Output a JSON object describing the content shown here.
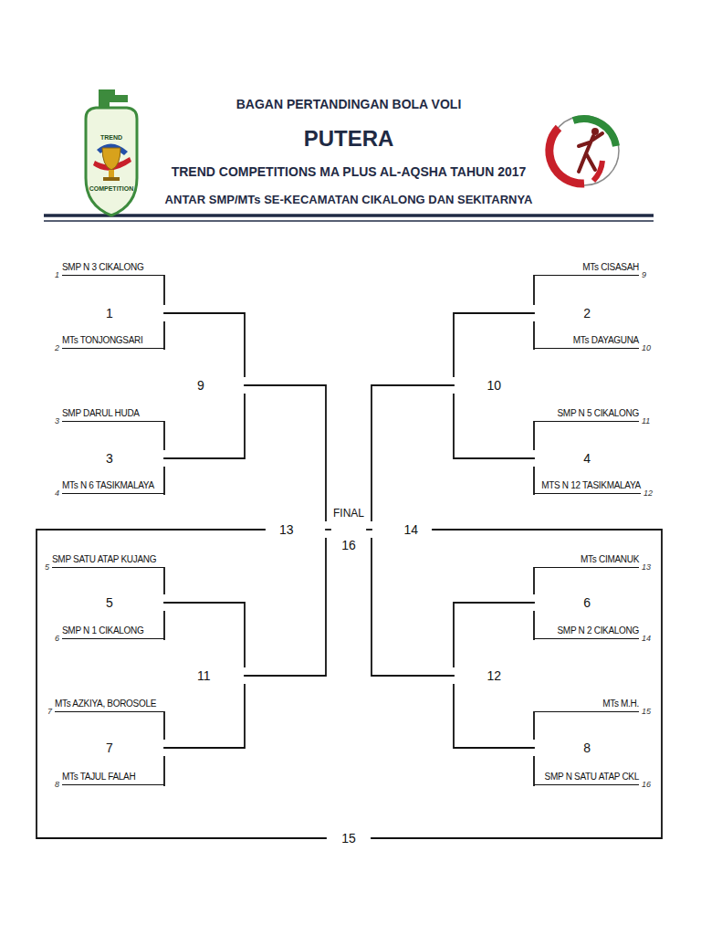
{
  "diagram": {
    "title": "BAGAN PERTANDINGAN BOLA VOLI",
    "nodes": [
      {
        "text": [
          "SMP N 3 CIKALONG"
        ]
      },
      {
        "text": [
          "MTs TONJONGSARI"
        ]
      },
      {
        "text": [
          "SMP DARUL HUDA"
        ]
      },
      {
        "text": [
          "MTs N 6 TASIKMALAYA"
        ]
      },
      {
        "text": [
          "SMP SATU ATAP KUJANG"
        ]
      },
      {
        "text": [
          "SMP N 1 CIKALONG"
        ]
      },
      {
        "text": [
          "MTs AZKIYA, BOROSOLE"
        ]
      },
      {
        "text": [
          "MTs TAJUL FALAH"
        ]
      },
      {
        "text": [
          "MTs CISASAH"
        ]
      },
      {
        "text": [
          "MTs DAYAGUNA"
        ]
      },
      {
        "text": [
          "SMP N 5 CIKALONG"
        ]
      },
      {
        "text": [
          "MTS N 12 TASIKMALAYA"
        ]
      },
      {
        "text": [
          "MTs CIMANUK"
        ]
      },
      {
        "text": [
          "SMP N 2 CIKALONG"
        ]
      },
      {
        "text": [
          "MTs M.H."
        ]
      },
      {
        "text": [
          "SMP N SATU ATAP CKL"
        ]
      },
      {
        "text": [
          "1"
        ]
      },
      {
        "text": [
          "2"
        ]
      },
      {
        "text": [
          "3"
        ]
      },
      {
        "text": [
          "4"
        ]
      },
      {
        "text": [
          "5"
        ]
      },
      {
        "text": [
          "6"
        ]
      },
      {
        "text": [
          "7"
        ]
      },
      {
        "text": [
          "8"
        ]
      },
      {
        "text": [
          "9"
        ]
      },
      {
        "text": [
          "10"
        ]
      },
      {
        "text": [
          "11"
        ]
      },
      {
        "text": [
          "12"
        ]
      },
      {
        "text": [
          "13"
        ]
      },
      {
        "text": [
          "14"
        ]
      },
      {
        "text": [
          "15"
        ]
      },
      {
        "text": [
          "FINAL",
          "16"
        ]
      }
    ],
    "edges": [
      {
        "from": 0,
        "to": 16,
        "arrow": "none"
      },
      {
        "from": 1,
        "to": 16,
        "arrow": "none"
      },
      {
        "from": 2,
        "to": 18,
        "arrow": "none"
      },
      {
        "from": 3,
        "to": 18,
        "arrow": "none"
      },
      {
        "from": 4,
        "to": 20,
        "arrow": "none"
      },
      {
        "from": 5,
        "to": 20,
        "arrow": "none"
      },
      {
        "from": 6,
        "to": 22,
        "arrow": "none"
      },
      {
        "from": 7,
        "to": 22,
        "arrow": "none"
      },
      {
        "from": 8,
        "to": 17,
        "arrow": "none"
      },
      {
        "from": 9,
        "to": 17,
        "arrow": "none"
      },
      {
        "from": 10,
        "to": 19,
        "arrow": "none"
      },
      {
        "from": 11,
        "to": 19,
        "arrow": "none"
      },
      {
        "from": 12,
        "to": 21,
        "arrow": "none"
      },
      {
        "from": 13,
        "to": 21,
        "arrow": "none"
      },
      {
        "from": 14,
        "to": 23,
        "arrow": "none"
      },
      {
        "from": 15,
        "to": 23,
        "arrow": "none"
      },
      {
        "from": 16,
        "to": 24,
        "arrow": "none"
      },
      {
        "from": 18,
        "to": 24,
        "arrow": "none"
      },
      {
        "from": 20,
        "to": 26,
        "arrow": "none"
      },
      {
        "from": 22,
        "to": 26,
        "arrow": "none"
      },
      {
        "from": 17,
        "to": 25,
        "arrow": "none"
      },
      {
        "from": 19,
        "to": 25,
        "arrow": "none"
      },
      {
        "from": 21,
        "to": 27,
        "arrow": "none"
      },
      {
        "from": 23,
        "to": 27,
        "arrow": "none"
      },
      {
        "from": 24,
        "to": 28,
        "arrow": "none"
      },
      {
        "from": 26,
        "to": 28,
        "arrow": "none"
      },
      {
        "from": 25,
        "to": 29,
        "arrow": "none"
      },
      {
        "from": 27,
        "to": 29,
        "arrow": "none"
      },
      {
        "from": 28,
        "to": 31,
        "arrow": "none"
      },
      {
        "from": 29,
        "to": 31,
        "arrow": "none"
      },
      {
        "from": 28,
        "to": 30,
        "arrow": "none"
      },
      {
        "from": 29,
        "to": 30,
        "arrow": "none"
      }
    ],
    "labels": [
      "PUTERA",
      "TREND COMPETITIONS MA PLUS AL-AQSHA TAHUN 2017",
      "ANTAR SMP/MTs SE-KECAMATAN CIKALONG DAN SEKITARNYA",
      "TREND",
      "COMPETITION",
      "1",
      "2",
      "3",
      "4",
      "5",
      "6",
      "7",
      "8",
      "9",
      "10",
      "11",
      "12",
      "13",
      "14",
      "15",
      "16"
    ]
  }
}
